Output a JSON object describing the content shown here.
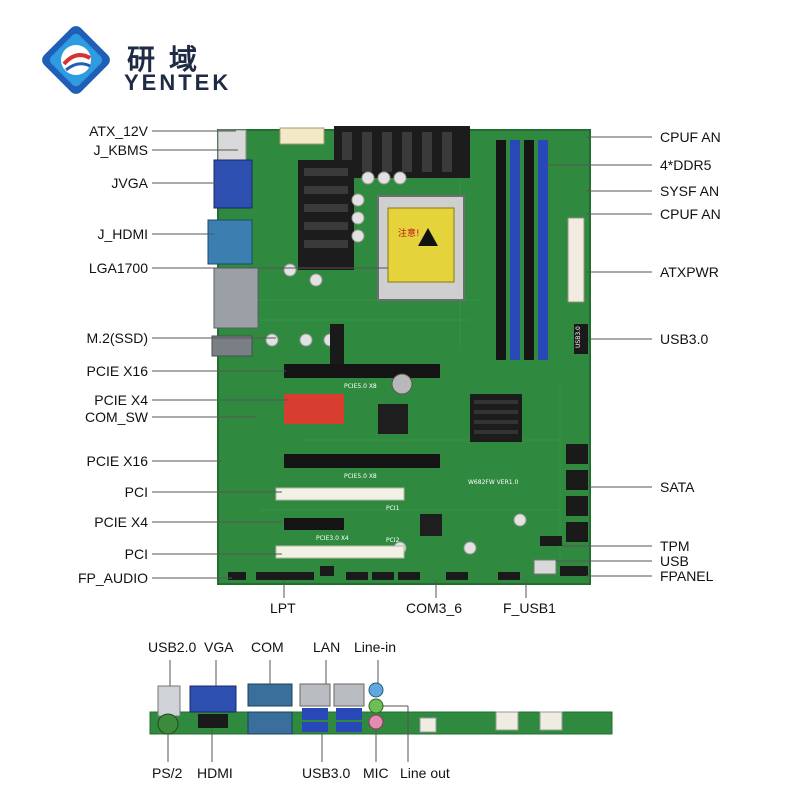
{
  "brand": {
    "name_cn": "研域",
    "name_en": "YENTEK",
    "colors": {
      "primary": "#1f5fb8",
      "accent": "#2f9be0",
      "text": "#1f2a44"
    }
  },
  "board": {
    "colors": {
      "pcb": "#2f8a3f",
      "pcb_dark": "#236d31",
      "heatsink": "#1c1c1c",
      "dimm_blue": "#2948b8",
      "dimm_black": "#151515"
    },
    "silkscreen": {
      "pcie_a": "PCIE5.0 X8",
      "pcie_b": "PCIE5.0 X8",
      "pcie_x4": "PCIE3.0 X4",
      "pci1": "PCI1",
      "pci2": "PCI2",
      "model": "W682FW VER1.0",
      "usb30": "USB3.0",
      "warning": "注意!"
    }
  },
  "labels_left": [
    {
      "id": "atx12v",
      "text": "ATX_12V"
    },
    {
      "id": "jkbms",
      "text": "J_KBMS"
    },
    {
      "id": "jvga",
      "text": "JVGA"
    },
    {
      "id": "jhdmi",
      "text": "J_HDMI"
    },
    {
      "id": "lga",
      "text": "LGA1700"
    },
    {
      "id": "m2",
      "text": "M.2(SSD)"
    },
    {
      "id": "pcie16a",
      "text": "PCIE X16"
    },
    {
      "id": "pcie4a",
      "text": "PCIE X4"
    },
    {
      "id": "comsw",
      "text": "COM_SW"
    },
    {
      "id": "pcie16b",
      "text": "PCIE X16"
    },
    {
      "id": "pci1",
      "text": "PCI"
    },
    {
      "id": "pcie4b",
      "text": "PCIE X4"
    },
    {
      "id": "pci2",
      "text": "PCI"
    },
    {
      "id": "fpaudio",
      "text": "FP_AUDIO"
    }
  ],
  "labels_right": [
    {
      "id": "cpufan1",
      "text": "CPUF AN"
    },
    {
      "id": "ddr5",
      "text": "4*DDR5"
    },
    {
      "id": "sysfan",
      "text": "SYSF AN"
    },
    {
      "id": "cpufan2",
      "text": "CPUF AN"
    },
    {
      "id": "atxpwr",
      "text": "ATXPWR"
    },
    {
      "id": "usb30",
      "text": "USB3.0"
    },
    {
      "id": "sata",
      "text": "SATA"
    },
    {
      "id": "tpm",
      "text": "TPM"
    },
    {
      "id": "usb",
      "text": "USB"
    },
    {
      "id": "fpanel",
      "text": "FPANEL"
    }
  ],
  "labels_bottom": [
    {
      "id": "lpt",
      "text": "LPT"
    },
    {
      "id": "com36",
      "text": "COM3_6"
    },
    {
      "id": "fusb1",
      "text": "F_USB1"
    }
  ],
  "io_top": [
    {
      "id": "usb20",
      "text": "USB2.0"
    },
    {
      "id": "vga",
      "text": "VGA"
    },
    {
      "id": "com",
      "text": "COM"
    },
    {
      "id": "lan",
      "text": "LAN"
    },
    {
      "id": "linein",
      "text": "Line-in"
    }
  ],
  "io_bottom": [
    {
      "id": "ps2",
      "text": "PS/2"
    },
    {
      "id": "hdmi",
      "text": "HDMI"
    },
    {
      "id": "usb3",
      "text": "USB3.0"
    },
    {
      "id": "mic",
      "text": "MIC"
    },
    {
      "id": "lineout",
      "text": "Line out"
    }
  ]
}
